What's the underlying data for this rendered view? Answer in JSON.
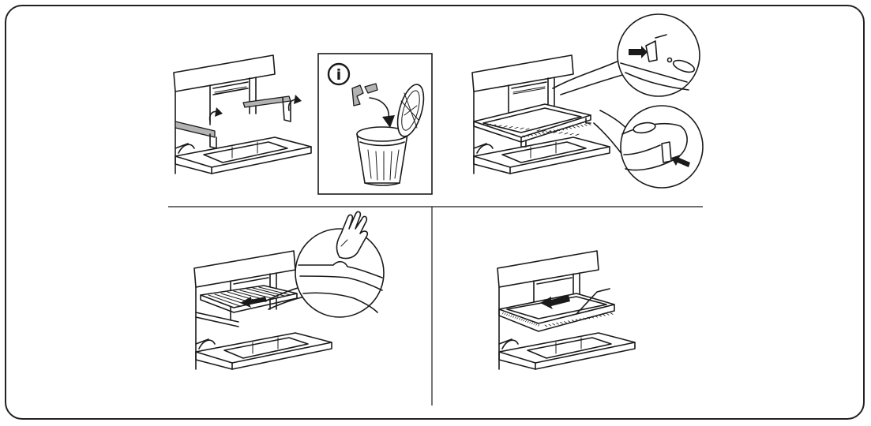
{
  "info_symbol": "i",
  "icons": {
    "info": "info-circle-icon",
    "trash": "trash-bin-icon",
    "hand": "pointing-hand-icon",
    "arrow": "arrow-icon"
  },
  "colors": {
    "line": "#1a1a1a",
    "rail_fill": "#b3b3b3",
    "background": "#ffffff"
  },
  "steps": [
    {
      "id": 1,
      "description": "remove-transport-protection"
    },
    {
      "id": 2,
      "description": "dispose-packaging"
    },
    {
      "id": 3,
      "description": "insert-wire-shelf-with-stoppers"
    },
    {
      "id": 4,
      "description": "insert-grid-shelf"
    },
    {
      "id": 5,
      "description": "insert-baking-tray"
    }
  ]
}
